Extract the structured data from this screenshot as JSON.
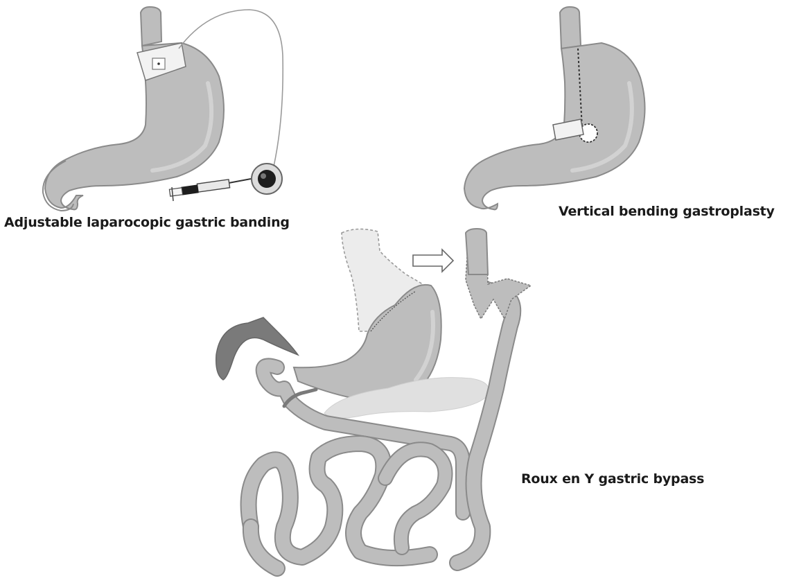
{
  "panels": [
    {
      "id": "band",
      "caption": "Adjustable laparocopic gastric banding"
    },
    {
      "id": "vbg",
      "caption": "Vertical bending gastroplasty"
    },
    {
      "id": "rny",
      "caption": "Roux en Y gastric bypass"
    }
  ],
  "colors": {
    "organ_fill": "#bdbdbd",
    "organ_stroke": "#8a8a8a",
    "organ_highlight": "#d2d2d2",
    "excluded_fill": "#ececec",
    "duct_fill": "#7a7a7a",
    "band_fill": "#f2f2f2",
    "caption_text": "#1a1a1a"
  },
  "icons": [
    "syringe-icon",
    "port-icon",
    "arrow-right-icon"
  ]
}
